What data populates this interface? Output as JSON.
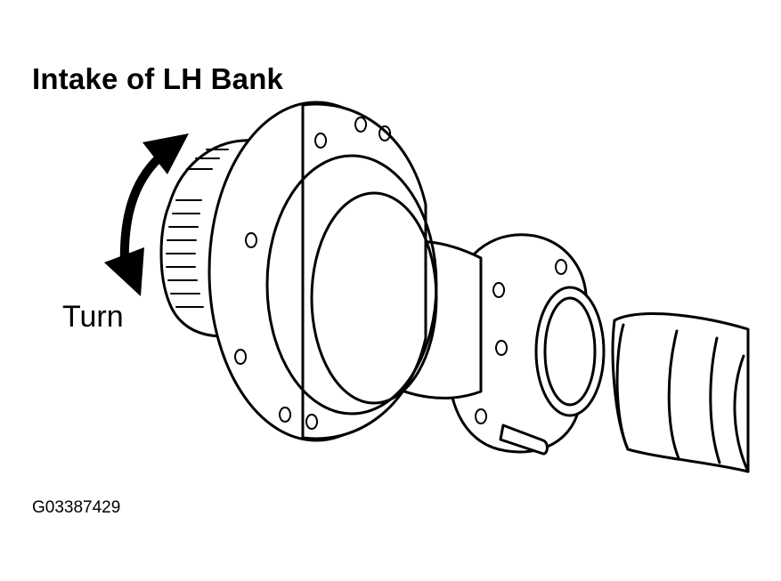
{
  "diagram": {
    "title": "Intake of LH Bank",
    "turn_label": "Turn",
    "figure_code": "G03387429"
  },
  "icons": {
    "rotation_arrow": "double-headed-curved-arrow-icon"
  },
  "colors": {
    "line": "#000000",
    "background": "#ffffff"
  }
}
